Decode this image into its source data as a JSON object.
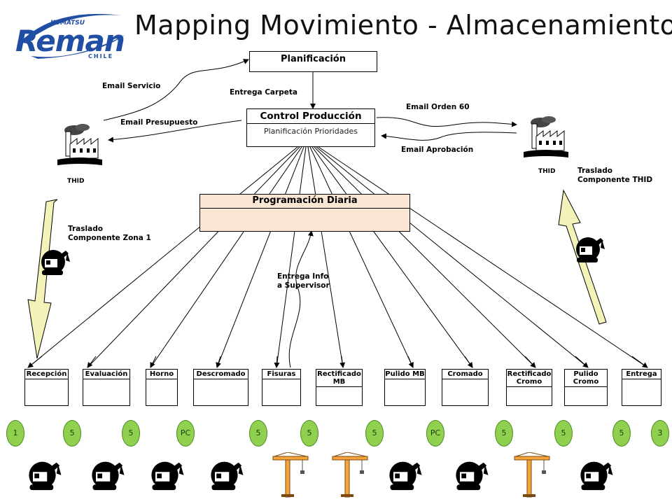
{
  "title": "Mapping Movimiento - Almacenamiento",
  "logo": {
    "top": "KOMATSU",
    "main": "Reman",
    "bottom": "CHILE"
  },
  "planificacion": "Planificación",
  "control": {
    "title": "Control Producción",
    "subtitle": "Planificación Prioridades"
  },
  "programacion": "Programación Diaria",
  "labels": {
    "email_servicio": "Email Servicio",
    "entrega_carpeta": "Entrega Carpeta",
    "email_presupuesto": "Email Presupuesto",
    "email_orden": "Email Orden 60",
    "email_aprobacion": "Email Aprobación",
    "thid_left": "THID",
    "thid_right": "THID",
    "traslado_thid": "Traslado\nComponente THID",
    "traslado_zona": "Traslado\nComponente Zona 1",
    "entrega_info": "Entrega Info\na Supervisor"
  },
  "stages": [
    {
      "label": "Recepción"
    },
    {
      "label": "Evaluación"
    },
    {
      "label": "Horno"
    },
    {
      "label": "Descromado"
    },
    {
      "label": "Fisuras"
    },
    {
      "label": "Rectificado\nMB"
    },
    {
      "label": "Pulido MB"
    },
    {
      "label": "Cromado"
    },
    {
      "label": "Rectificado\nCromo"
    },
    {
      "label": "Pulido\nCromo"
    },
    {
      "label": "Entrega"
    }
  ],
  "badges": [
    "1",
    "5",
    "5",
    "PC",
    "5",
    "5",
    "5",
    "PC",
    "5",
    "5",
    "5",
    "3"
  ],
  "equipment": [
    "excavator-icon",
    "excavator-icon",
    "excavator-icon",
    "excavator-icon",
    "tower-crane-icon",
    "tower-crane-icon",
    "excavator-icon",
    "excavator-icon",
    "tower-crane-icon",
    "excavator-icon"
  ],
  "colors": {
    "badge": "#8fd14f",
    "programacion_fill": "#fbe6d4",
    "arrow_fill": "#f3f2b8",
    "logo_blue": "#1f4ea3"
  }
}
